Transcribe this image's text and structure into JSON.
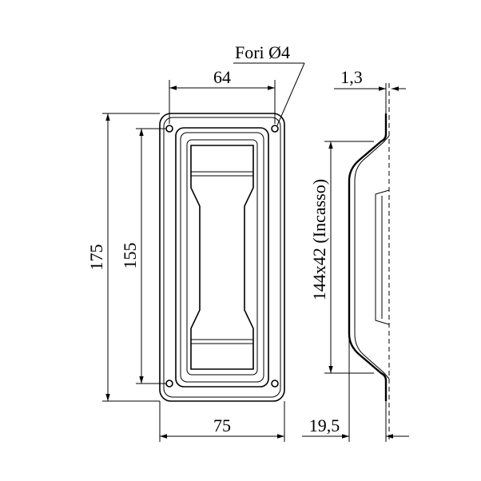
{
  "labels": {
    "holes": "Fori Ø4",
    "width_top": "64",
    "height_outer": "175",
    "height_inner": "155",
    "width_bottom": "75",
    "thickness": "1,3",
    "depth": "19,5",
    "cutout": "144x42  (Incasso)"
  }
}
